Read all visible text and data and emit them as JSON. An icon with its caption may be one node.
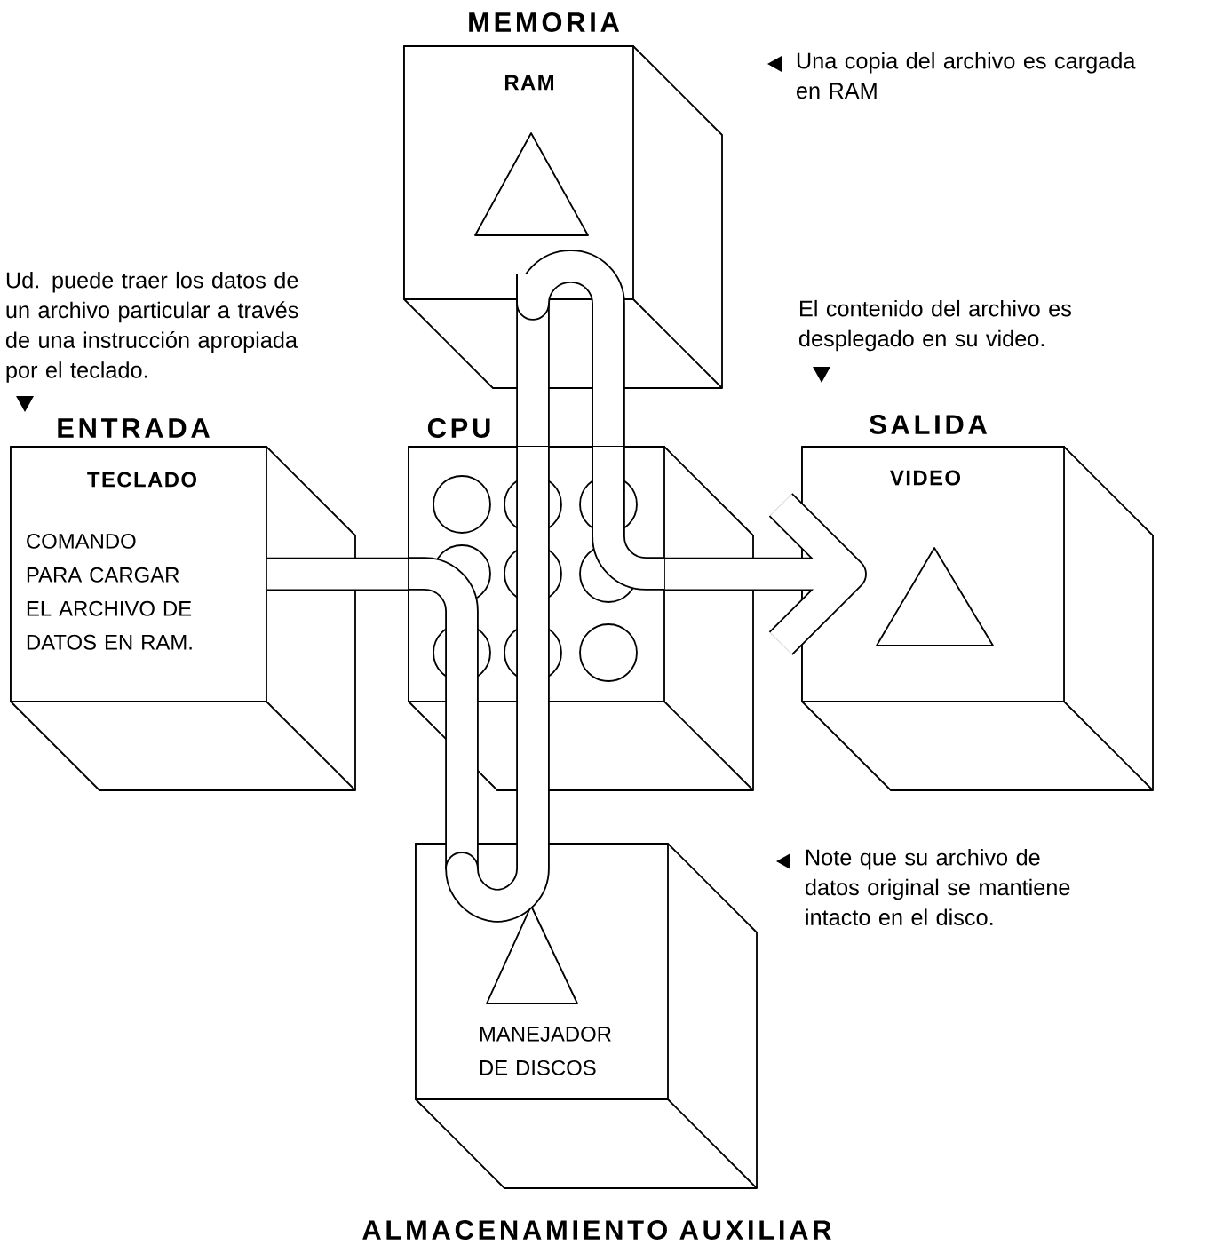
{
  "diagram": {
    "nodes": [
      {
        "text": [
          "MEMORIA",
          "RAM"
        ]
      },
      {
        "text": [
          "ENTRADA",
          "TECLADO",
          "COMANDO PARA CARGAR EL ARCHIVO DE DATOS EN RAM."
        ]
      },
      {
        "text": [
          "CPU"
        ]
      },
      {
        "text": [
          "SALIDA",
          "VIDEO"
        ]
      },
      {
        "text": [
          "MANEJADOR DE DISCOS",
          "ALMACENAMIENTO AUXILIAR"
        ]
      }
    ],
    "edges": [
      {
        "from": 1,
        "to": 2,
        "arrow": "none"
      },
      {
        "from": 2,
        "to": 4,
        "arrow": "none"
      },
      {
        "from": 4,
        "to": 2,
        "arrow": "none"
      },
      {
        "from": 2,
        "to": 0,
        "arrow": "none"
      },
      {
        "from": 0,
        "to": 2,
        "arrow": "none"
      },
      {
        "from": 2,
        "to": 3,
        "arrow": "to"
      }
    ],
    "labels": [
      "Una copia del archivo es cargada en RAM",
      "Ud. puede traer los datos de un archivo particular a través de una instrucción apropiada por el teclado.",
      "El contenido del archivo es desplegado en su video.",
      "Note que su archivo de datos original se mantiene intacto en el disco."
    ]
  }
}
